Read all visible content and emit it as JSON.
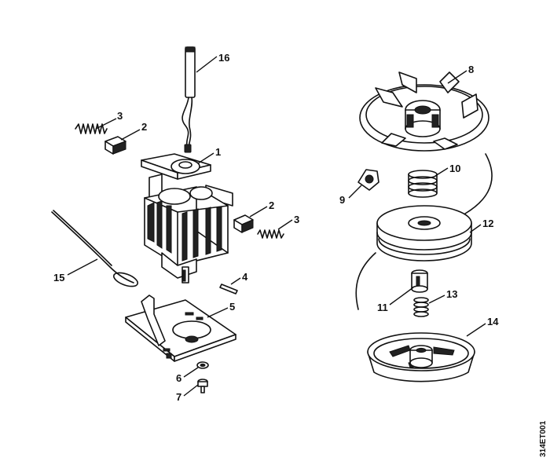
{
  "callouts": {
    "c1": "1",
    "c2a": "2",
    "c2b": "2",
    "c3a": "3",
    "c3b": "3",
    "c4": "4",
    "c5": "5",
    "c6": "6",
    "c7": "7",
    "c8": "8",
    "c9": "9",
    "c10": "10",
    "c11": "11",
    "c12": "12",
    "c13": "13",
    "c14": "14",
    "c15": "15",
    "c16": "16"
  },
  "reference_code": "314ET001"
}
